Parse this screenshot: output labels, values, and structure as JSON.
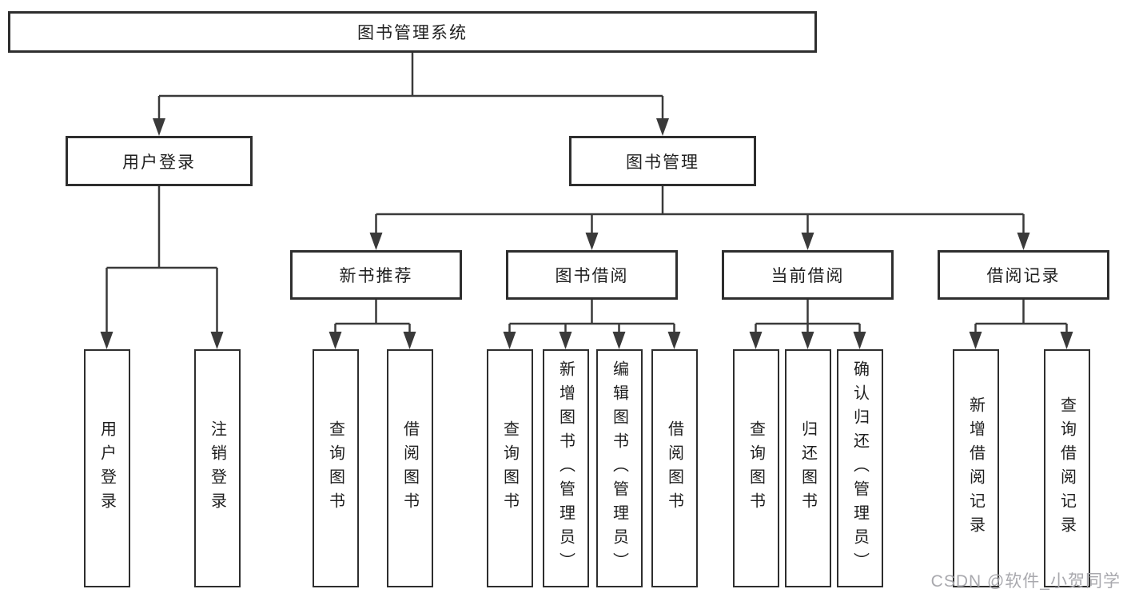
{
  "diagram": {
    "type": "hierarchy-tree",
    "root": {
      "label": "图书管理系统"
    },
    "level2": [
      {
        "id": "user-login",
        "label": "用户登录",
        "parent": "图书管理系统"
      },
      {
        "id": "book-management",
        "label": "图书管理",
        "parent": "图书管理系统"
      }
    ],
    "level3": [
      {
        "id": "new-book-recommend",
        "label": "新书推荐",
        "parent": "图书管理"
      },
      {
        "id": "book-borrow",
        "label": "图书借阅",
        "parent": "图书管理"
      },
      {
        "id": "current-borrow",
        "label": "当前借阅",
        "parent": "图书管理"
      },
      {
        "id": "borrow-records",
        "label": "借阅记录",
        "parent": "图书管理"
      }
    ],
    "leaves": [
      {
        "label": "用户登录",
        "parent": "用户登录"
      },
      {
        "label": "注销登录",
        "parent": "用户登录"
      },
      {
        "label": "查询图书",
        "parent": "新书推荐"
      },
      {
        "label": "借阅图书",
        "parent": "新书推荐"
      },
      {
        "label": "查询图书",
        "parent": "图书借阅"
      },
      {
        "label": "新增图书（管理员）",
        "parent": "图书借阅"
      },
      {
        "label": "编辑图书（管理员）",
        "parent": "图书借阅"
      },
      {
        "label": "借阅图书",
        "parent": "图书借阅"
      },
      {
        "label": "查询图书",
        "parent": "当前借阅"
      },
      {
        "label": "归还图书",
        "parent": "当前借阅"
      },
      {
        "label": "确认归还（管理员）",
        "parent": "当前借阅"
      },
      {
        "label": "新增借阅记录",
        "parent": "借阅记录"
      },
      {
        "label": "查询借阅记录",
        "parent": "借阅记录"
      }
    ]
  },
  "watermark": {
    "text": "CSDN @软件_小贺同学"
  },
  "colors": {
    "background": "#ffffff",
    "box_border": "#2e2e2e",
    "connector_line": "#3a3a3a",
    "text": "#1f1f1f",
    "watermark_text": "#a9a9ae"
  }
}
